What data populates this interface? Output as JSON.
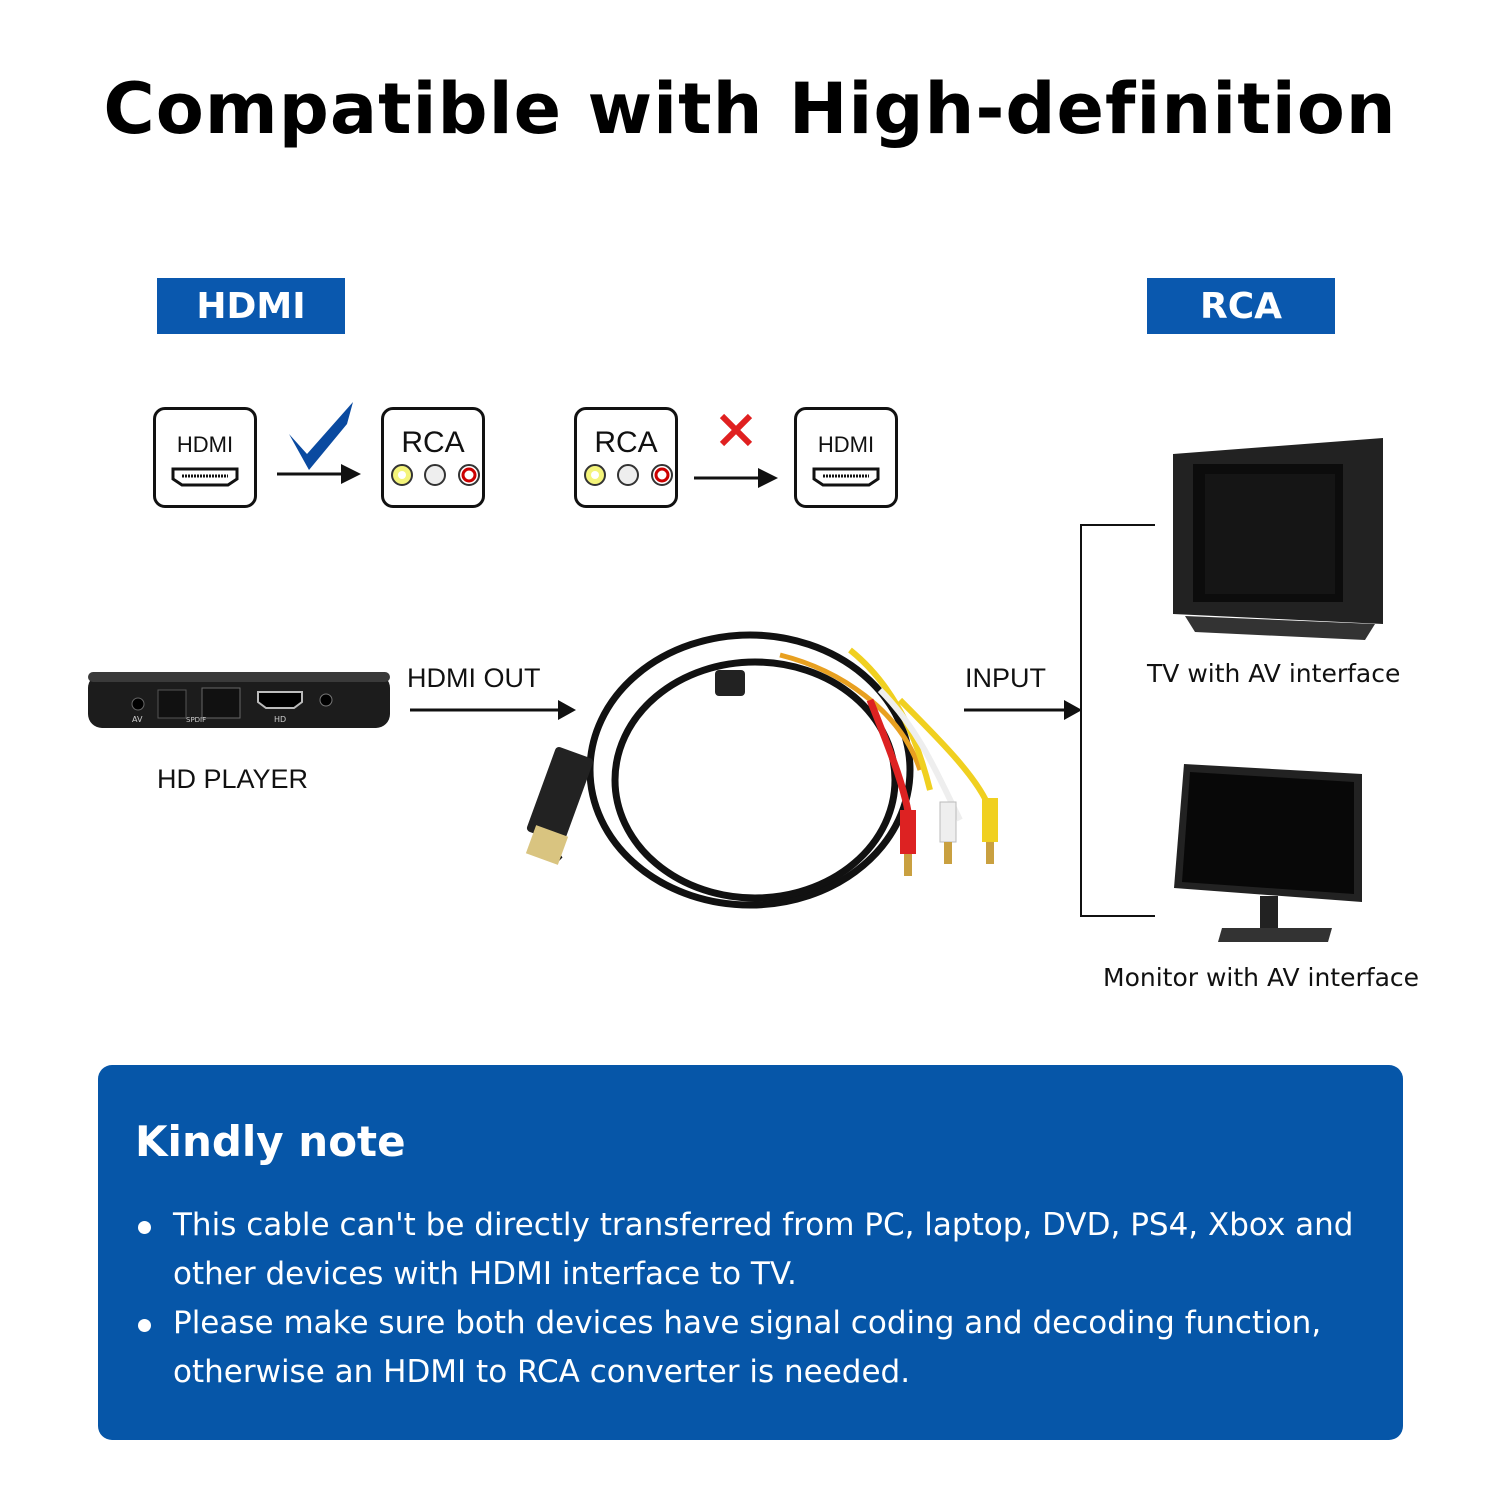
{
  "title": "Compatible with High-definition",
  "badges": {
    "left": "HDMI",
    "right": "RCA"
  },
  "compat": {
    "supported": {
      "from": "HDMI",
      "to": "RCA",
      "status_icon": "checkmark-icon"
    },
    "unsupported": {
      "from": "RCA",
      "to": "HDMI",
      "status_icon": "x-mark-icon"
    }
  },
  "diagram": {
    "source_label": "HD PLAYER",
    "source_ports": [
      "AV",
      "SPDIF",
      "HD"
    ],
    "hdmi_out_label": "HDMI OUT",
    "input_label": "INPUT",
    "targets": [
      "TV with AV interface",
      "Monitor with AV interface"
    ]
  },
  "note": {
    "heading": "Kindly note",
    "bullets": [
      "This cable can't be directly transferred from PC, laptop, DVD, PS4, Xbox and other devices with HDMI interface to TV.",
      "Please make sure both devices have signal coding and decoding function, otherwise an HDMI to RCA converter is needed."
    ]
  },
  "colors": {
    "brand_blue": "#0a58ae",
    "note_bg": "#0656a8",
    "check": "#0a4aa0",
    "cross": "#e02020"
  }
}
